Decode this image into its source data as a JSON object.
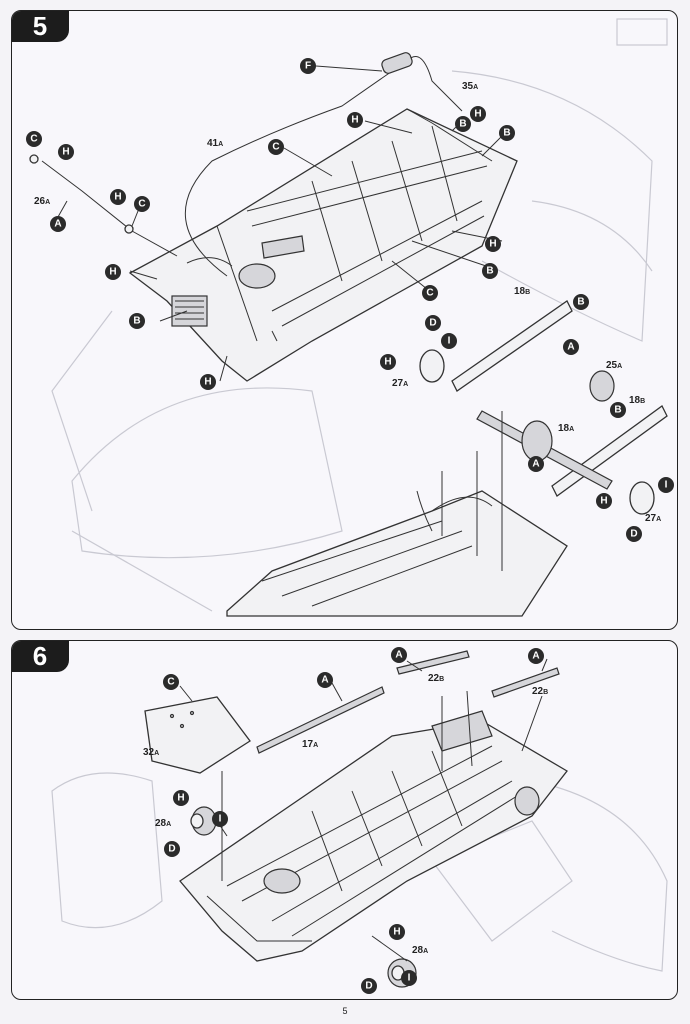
{
  "steps": [
    {
      "number": "5",
      "parts": {
        "p41": {
          "num": "41",
          "sub": "A"
        },
        "p35": {
          "num": "35",
          "sub": "A"
        },
        "p26": {
          "num": "26",
          "sub": "A"
        },
        "p18a": {
          "num": "18",
          "sub": "A"
        },
        "p18b_top": {
          "num": "18",
          "sub": "B"
        },
        "p18b_right": {
          "num": "18",
          "sub": "B"
        },
        "p25": {
          "num": "25",
          "sub": "A"
        },
        "p27_left": {
          "num": "27",
          "sub": "A"
        },
        "p27_right": {
          "num": "27",
          "sub": "A"
        }
      },
      "callouts": [
        "F",
        "H",
        "B",
        "B",
        "H",
        "C",
        "C",
        "H",
        "H",
        "C",
        "A",
        "H",
        "B",
        "H",
        "B",
        "C",
        "H",
        "D",
        "I",
        "H",
        "B",
        "A",
        "B",
        "A",
        "I",
        "H",
        "D"
      ]
    },
    {
      "number": "6",
      "parts": {
        "p32": {
          "num": "32",
          "sub": "A"
        },
        "p17": {
          "num": "17",
          "sub": "A"
        },
        "p22_left": {
          "num": "22",
          "sub": "B"
        },
        "p22_right": {
          "num": "22",
          "sub": "B"
        },
        "p28_left": {
          "num": "28",
          "sub": "A"
        },
        "p28_right": {
          "num": "28",
          "sub": "A"
        }
      },
      "callouts": [
        "C",
        "A",
        "A",
        "A",
        "H",
        "I",
        "D",
        "H",
        "I",
        "D"
      ]
    }
  ],
  "page_number": "5"
}
